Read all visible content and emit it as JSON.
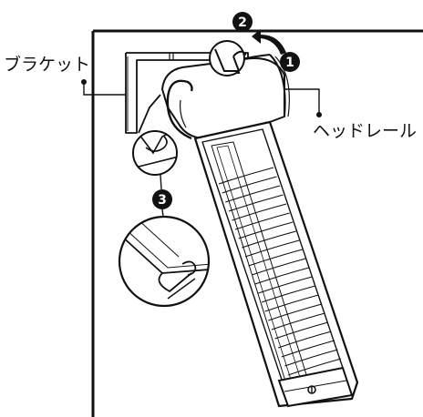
{
  "labels": {
    "bracket": "ブラケット",
    "head_rail": "ヘッドレール"
  },
  "steps": [
    "1",
    "2",
    "3"
  ],
  "colors": {
    "ink": "#111111",
    "background": "#ffffff"
  }
}
